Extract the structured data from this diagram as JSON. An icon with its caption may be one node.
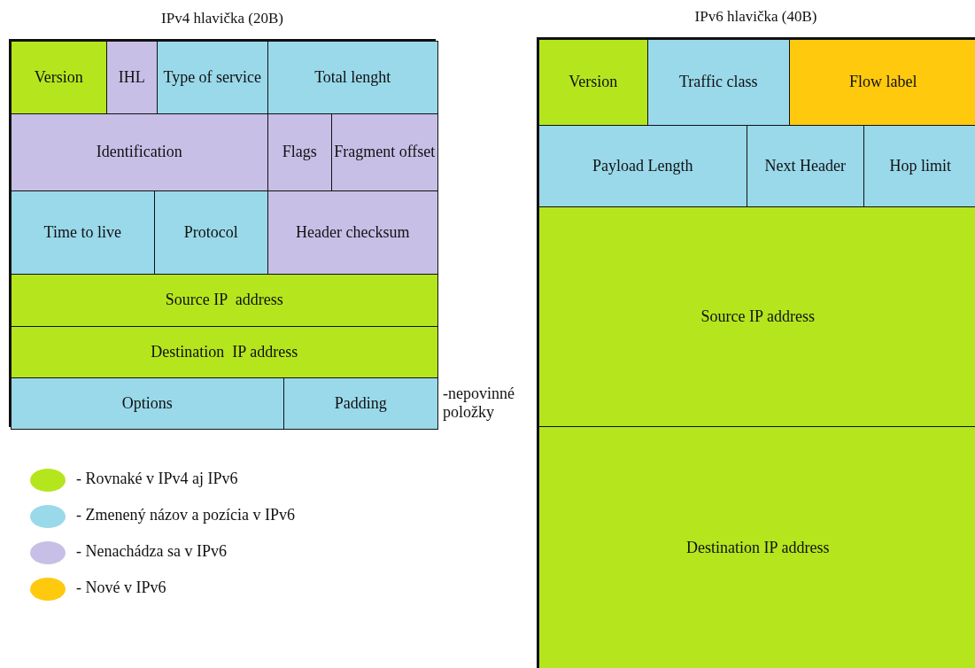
{
  "diagram": {
    "nodes": [
      {
        "text": [
          "IPv4 hlavička (20B)"
        ]
      },
      {
        "text": [
          "Version"
        ],
        "in": 0
      },
      {
        "text": [
          "IHL"
        ],
        "in": 0
      },
      {
        "text": [
          "Type of service"
        ],
        "in": 0
      },
      {
        "text": [
          "Total lenght"
        ],
        "in": 0
      },
      {
        "text": [
          "Identification"
        ],
        "in": 0
      },
      {
        "text": [
          "Flags"
        ],
        "in": 0
      },
      {
        "text": [
          "Fragment offset"
        ],
        "in": 0
      },
      {
        "text": [
          "Time to live"
        ],
        "in": 0
      },
      {
        "text": [
          "Protocol"
        ],
        "in": 0
      },
      {
        "text": [
          "Header checksum"
        ],
        "in": 0
      },
      {
        "text": [
          "Source IP  address"
        ],
        "in": 0
      },
      {
        "text": [
          "Destination  IP address"
        ],
        "in": 0
      },
      {
        "text": [
          "Options"
        ],
        "in": 0
      },
      {
        "text": [
          "Padding"
        ],
        "in": 0
      },
      {
        "text": [
          "IPv6 hlavička (40B)"
        ]
      },
      {
        "text": [
          "Version"
        ],
        "in": 15
      },
      {
        "text": [
          "Traffic class"
        ],
        "in": 15
      },
      {
        "text": [
          "Flow label"
        ],
        "in": 15
      },
      {
        "text": [
          "Payload Length"
        ],
        "in": 15
      },
      {
        "text": [
          "Next Header"
        ],
        "in": 15
      },
      {
        "text": [
          "Hop limit"
        ],
        "in": 15
      },
      {
        "text": [
          "Source IP address"
        ],
        "in": 15
      },
      {
        "text": [
          "Destination IP address"
        ],
        "in": 15
      }
    ],
    "labels": [
      "-nepovinné položky"
    ],
    "legend": [
      {
        "text": "- Rovnaké v IPv4 aj IPv6",
        "color": "#b5e61d"
      },
      {
        "text": "- Zmenený názov a pozícia v IPv6",
        "color": "#99d9ea"
      },
      {
        "text": "- Nenachádza sa v IPv6",
        "color": "#c8bfe7"
      },
      {
        "text": "- Nové v IPv6",
        "color": "#ffc90e"
      }
    ]
  }
}
